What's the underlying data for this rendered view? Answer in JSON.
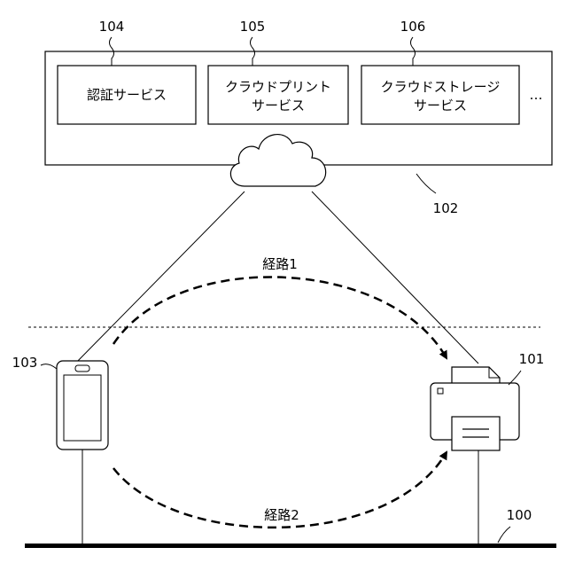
{
  "cloud_platform": {
    "ref": "102",
    "services": [
      {
        "ref": "104",
        "lines": [
          "認証サービス"
        ]
      },
      {
        "ref": "105",
        "lines": [
          "クラウドプリント",
          "サービス"
        ]
      },
      {
        "ref": "106",
        "lines": [
          "クラウドストレージ",
          "サービス"
        ]
      }
    ],
    "more": "…"
  },
  "mobile_device": {
    "ref": "103"
  },
  "printer": {
    "ref": "101"
  },
  "network": {
    "ref": "100"
  },
  "routes": [
    {
      "label": "経路1"
    },
    {
      "label": "経路2"
    }
  ]
}
